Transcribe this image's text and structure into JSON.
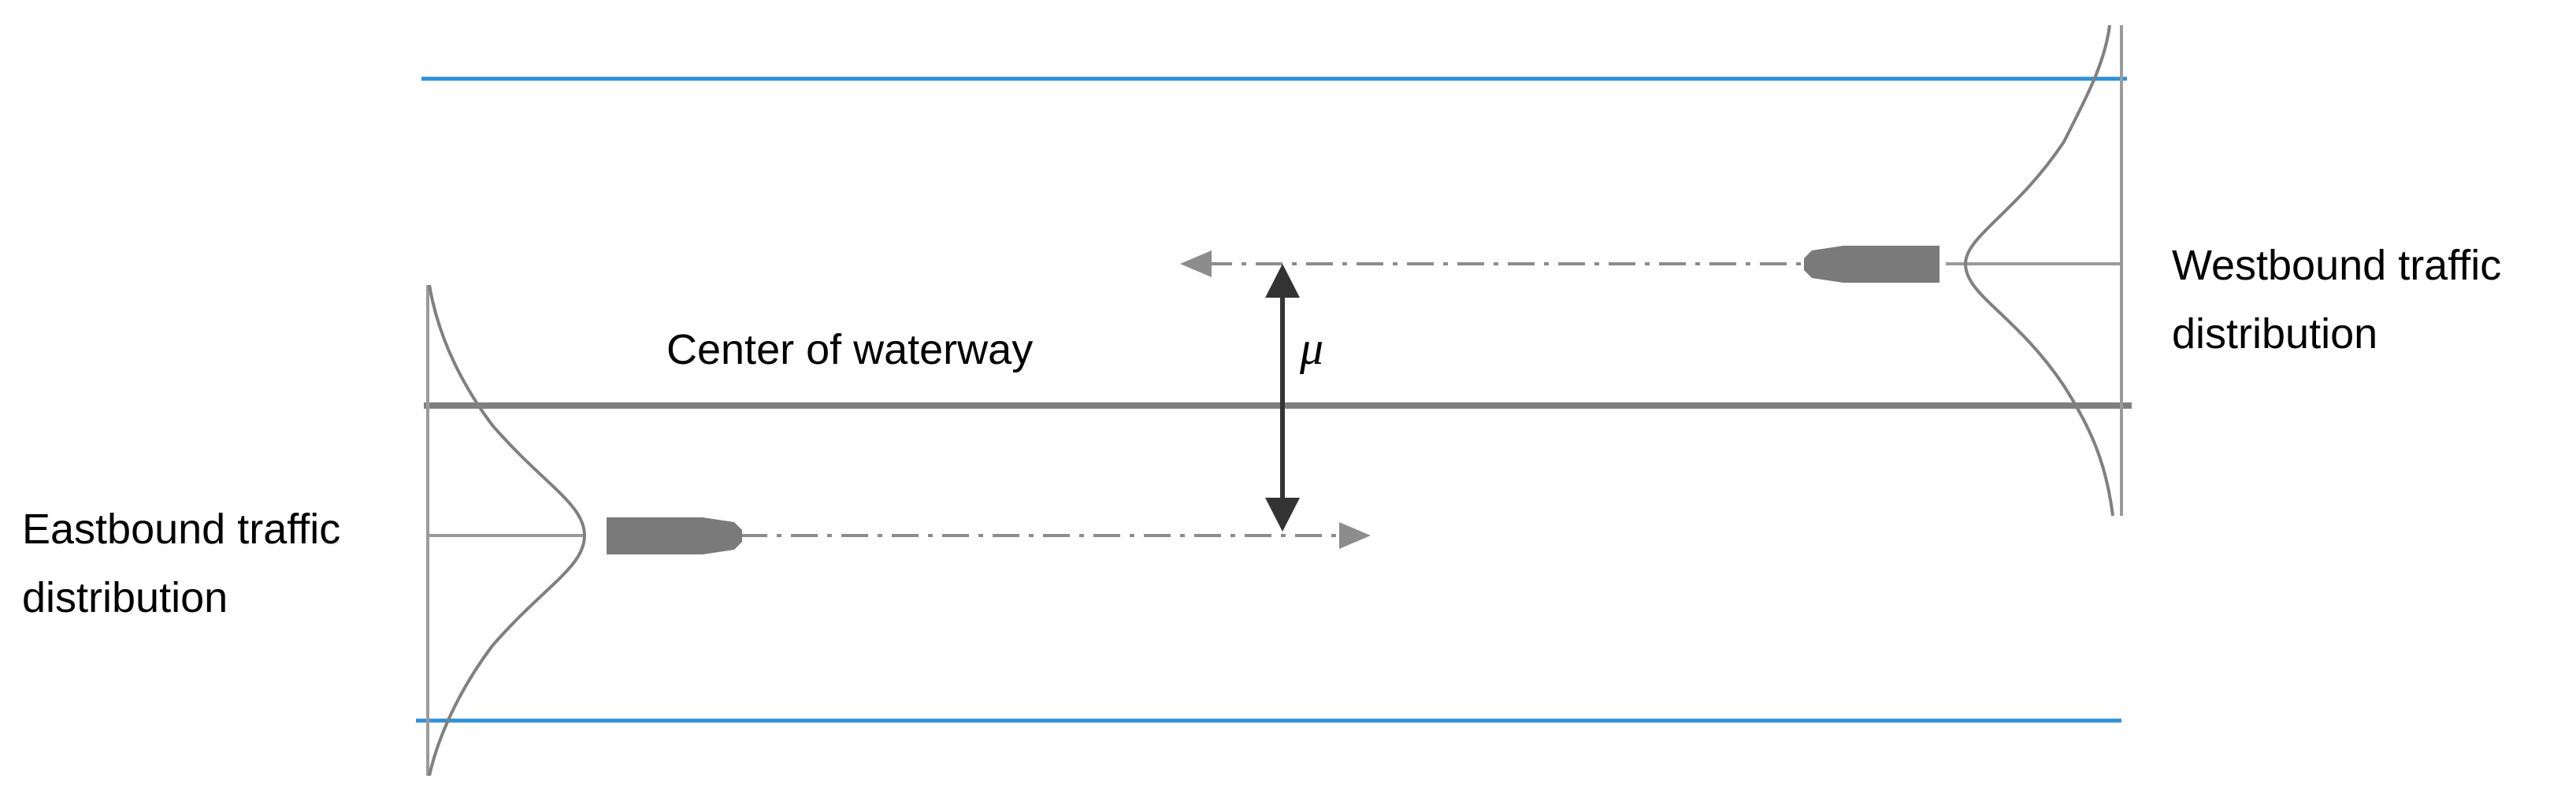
{
  "labels": {
    "center": "Center of waterway",
    "mu": "μ",
    "westbound_line1": "Westbound traffic",
    "westbound_line2": "distribution",
    "eastbound_line1": "Eastbound traffic",
    "eastbound_line2": "distribution"
  },
  "colors": {
    "boundary": "#2f8fd6",
    "centerline": "#7f7f7f",
    "curve": "#808080",
    "vessel": "#7a7a7a",
    "trajectory": "#8c8c8c",
    "offset_arrow": "#333333"
  },
  "icons": {
    "westbound_vessel": "vessel-pointing-left",
    "eastbound_vessel": "vessel-pointing-right"
  }
}
